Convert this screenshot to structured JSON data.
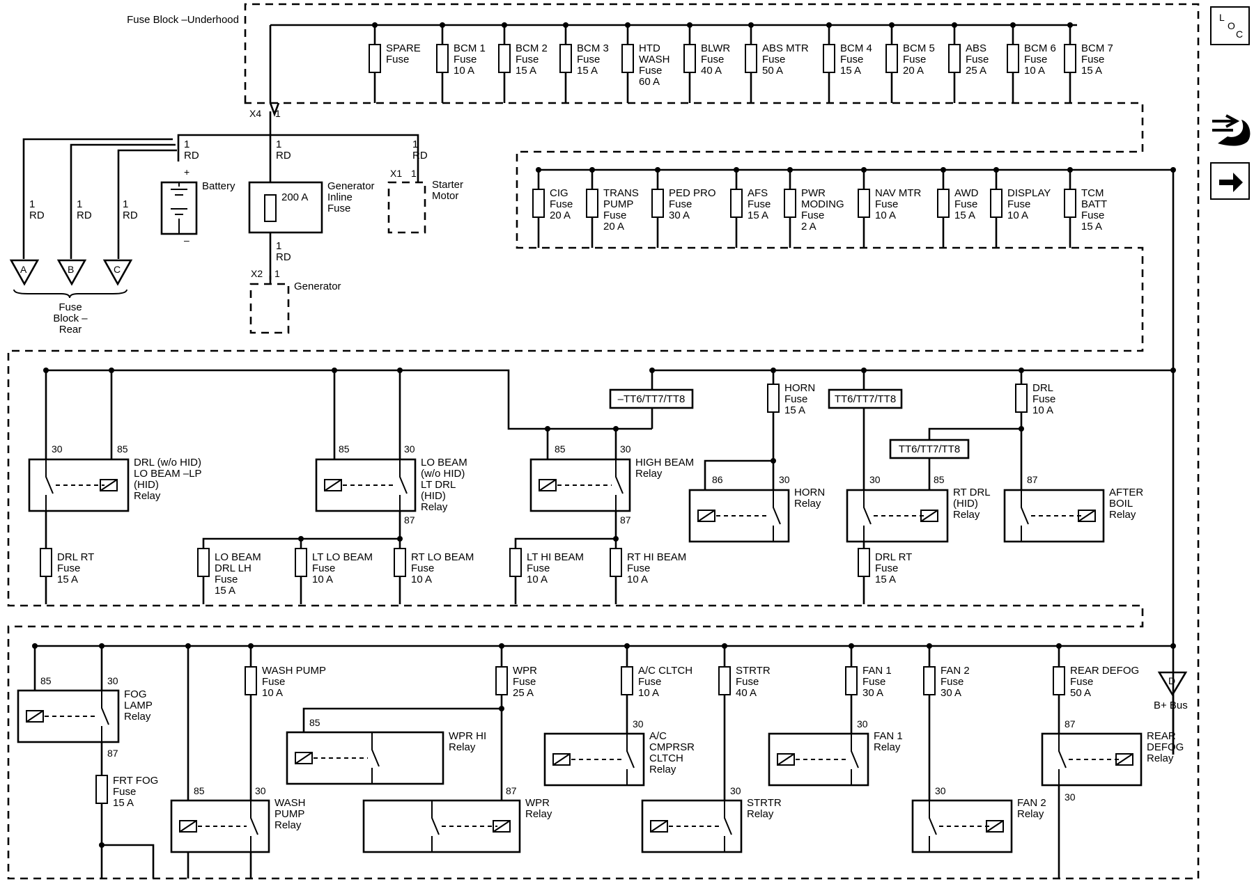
{
  "title": "Fuse Block –\nUnderhood",
  "b_plus": "B+ Bus",
  "fuse_block_rear": "Fuse\nBlock –\nRear",
  "side_icons": {
    "loc": "L\nO\nC",
    "loc_icon": "location-icon",
    "tool_icon": "tools-icon",
    "arrow_icon": "next-arrow-icon"
  },
  "connectors": [
    "A",
    "B",
    "C",
    "D"
  ],
  "power_items": [
    {
      "id": "battery",
      "name": "Battery",
      "wire": "1\nRD"
    },
    {
      "id": "gen_fuse",
      "name": "Generator\nInline\nFuse",
      "value": "200 A",
      "wire": "1\nRD"
    },
    {
      "id": "starter",
      "name": "Starter\nMotor",
      "conn": "X1",
      "pin": "1",
      "wire": "1\nRD"
    },
    {
      "id": "generator",
      "name": "Generator",
      "conn": "X2",
      "pin": "1"
    },
    {
      "id": "x4",
      "conn": "X4",
      "pin": "1"
    }
  ],
  "branch_wires": [
    "1\nRD",
    "1\nRD",
    "1\nRD"
  ],
  "top_fuses": [
    "SPARE\nFuse",
    "BCM 1\nFuse\n10 A",
    "BCM 2\nFuse\n15 A",
    "BCM 3\nFuse\n15 A",
    "HTD\nWASH\nFuse\n60 A",
    "BLWR\nFuse\n40 A",
    "ABS MTR\nFuse\n50 A",
    "BCM 4\nFuse\n15 A",
    "BCM 5\nFuse\n20 A",
    "ABS\nFuse\n25 A",
    "BCM 6\nFuse\n10 A",
    "BCM 7\nFuse\n15 A"
  ],
  "second_fuses": [
    "CIG\nFuse\n20 A",
    "TRANS\nPUMP\nFuse\n20 A",
    "PED PRO\nFuse\n30 A",
    "AFS\nFuse\n15 A",
    "PWR\nMODING\nFuse\n2 A",
    "NAV MTR\nFuse\n10 A",
    "AWD\nFuse\n15 A",
    "DISPLAY\nFuse\n10 A",
    "TCM\nBATT\nFuse\n15 A"
  ],
  "options": [
    "–TT6/TT7/TT8",
    "TT6/TT7/TT8",
    "TT6/TT7/TT8"
  ],
  "mid_fuses": [
    "HORN\nFuse\n15 A",
    "DRL\nFuse\n10 A",
    "DRL RT\nFuse\n15 A",
    "LO BEAM\nDRL LH\nFuse\n15 A",
    "LT LO BEAM\nFuse\n10 A",
    "RT LO BEAM\nFuse\n10 A",
    "LT HI BEAM\nFuse\n10 A",
    "RT HI BEAM\nFuse\n10 A",
    "DRL RT\nFuse\n15 A"
  ],
  "mid_relays": [
    {
      "name": "DRL (w/o HID)\nLO BEAM –LP\n(HID)\nRelay",
      "pins": [
        "30",
        "85"
      ]
    },
    {
      "name": "LO BEAM\n(w/o HID)\nLT DRL\n(HID)\nRelay",
      "pins": [
        "85",
        "30",
        "87"
      ]
    },
    {
      "name": "HIGH BEAM\nRelay",
      "pins": [
        "85",
        "30",
        "87"
      ]
    },
    {
      "name": "HORN\nRelay",
      "pins": [
        "86",
        "30"
      ]
    },
    {
      "name": "RT DRL\n(HID)\nRelay",
      "pins": [
        "30",
        "85"
      ]
    },
    {
      "name": "AFTER\nBOIL\nRelay",
      "pins": [
        "87"
      ]
    }
  ],
  "bottom_fuses": [
    "WASH PUMP\nFuse\n10 A",
    "WPR\nFuse\n25 A",
    "A/C CLTCH\nFuse\n10 A",
    "STRTR\nFuse\n40 A",
    "FAN 1\nFuse\n30 A",
    "FAN 2\nFuse\n30 A",
    "REAR DEFOG\nFuse\n50 A",
    "FRT FOG\nFuse\n15 A"
  ],
  "bottom_relays": [
    {
      "name": "FOG\nLAMP\nRelay",
      "pins": [
        "85",
        "30",
        "87"
      ]
    },
    {
      "name": "WPR HI\nRelay",
      "pins": [
        "85"
      ]
    },
    {
      "name": "A/C\nCMPRSR\nCLTCH\nRelay",
      "pins": [
        "30"
      ]
    },
    {
      "name": "FAN 1\nRelay",
      "pins": [
        "30"
      ]
    },
    {
      "name": "REAR\nDEFOG\nRelay",
      "pins": [
        "87",
        "30"
      ]
    },
    {
      "name": "WASH\nPUMP\nRelay",
      "pins": [
        "85",
        "30"
      ]
    },
    {
      "name": "WPR\nRelay",
      "pins": [
        "87"
      ]
    },
    {
      "name": "STRTR\nRelay",
      "pins": [
        "30"
      ]
    },
    {
      "name": "FAN 2\nRelay",
      "pins": [
        "30"
      ]
    }
  ]
}
